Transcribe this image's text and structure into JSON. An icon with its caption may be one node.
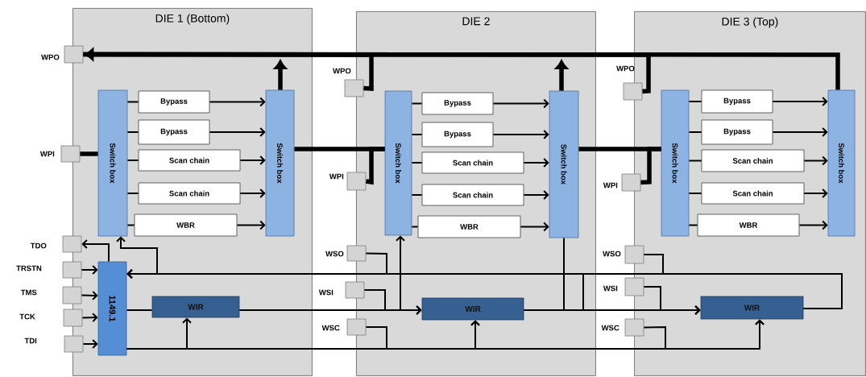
{
  "diagram": {
    "nodes": [
      {
        "text": [
          "DIE 1 (Bottom)"
        ]
      },
      {
        "text": [],
        "shape": "box",
        "beside": [
          "WPO"
        ]
      },
      {
        "text": [],
        "shape": "box",
        "beside": [
          "WPI"
        ]
      },
      {
        "text": [],
        "shape": "box",
        "beside": [
          "TDO"
        ]
      },
      {
        "text": [],
        "shape": "box",
        "beside": [
          "TRSTN"
        ]
      },
      {
        "text": [],
        "shape": "box",
        "beside": [
          "TMS"
        ]
      },
      {
        "text": [],
        "shape": "box",
        "beside": [
          "TCK"
        ]
      },
      {
        "text": [],
        "shape": "box",
        "beside": [
          "TDI"
        ]
      },
      {
        "text": [
          "Switch box"
        ],
        "in": 0
      },
      {
        "text": [
          "Bypass"
        ],
        "in": 0
      },
      {
        "text": [
          "Bypass"
        ],
        "in": 0
      },
      {
        "text": [
          "Scan chain"
        ],
        "in": 0
      },
      {
        "text": [
          "Scan chain"
        ],
        "in": 0
      },
      {
        "text": [
          "WBR"
        ],
        "in": 0
      },
      {
        "text": [
          "Switch box"
        ],
        "in": 0
      },
      {
        "text": [
          "1149.1"
        ],
        "in": 0
      },
      {
        "text": [
          "WIR"
        ],
        "in": 0
      },
      {
        "text": [
          "DIE 2"
        ]
      },
      {
        "text": [],
        "shape": "box",
        "beside": [
          "WPO"
        ]
      },
      {
        "text": [],
        "shape": "box",
        "beside": [
          "WPI"
        ]
      },
      {
        "text": [],
        "shape": "box",
        "beside": [
          "WSO"
        ]
      },
      {
        "text": [],
        "shape": "box",
        "beside": [
          "WSI"
        ]
      },
      {
        "text": [],
        "shape": "box",
        "beside": [
          "WSC"
        ]
      },
      {
        "text": [
          "Switch box"
        ],
        "in": 17
      },
      {
        "text": [
          "Bypass"
        ],
        "in": 17
      },
      {
        "text": [
          "Bypass"
        ],
        "in": 17
      },
      {
        "text": [
          "Scan chain"
        ],
        "in": 17
      },
      {
        "text": [
          "Scan chain"
        ],
        "in": 17
      },
      {
        "text": [
          "WBR"
        ],
        "in": 17
      },
      {
        "text": [
          "Switch box"
        ],
        "in": 17
      },
      {
        "text": [
          "WIR"
        ],
        "in": 17
      },
      {
        "text": [
          "DIE 3 (Top)"
        ]
      },
      {
        "text": [],
        "shape": "box",
        "beside": [
          "WPO"
        ]
      },
      {
        "text": [],
        "shape": "box",
        "beside": [
          "WPI"
        ]
      },
      {
        "text": [],
        "shape": "box",
        "beside": [
          "WSO"
        ]
      },
      {
        "text": [],
        "shape": "box",
        "beside": [
          "WSI"
        ]
      },
      {
        "text": [],
        "shape": "box",
        "beside": [
          "WSC"
        ]
      },
      {
        "text": [
          "Switch box"
        ],
        "in": 31
      },
      {
        "text": [
          "Bypass"
        ],
        "in": 31
      },
      {
        "text": [
          "Bypass"
        ],
        "in": 31
      },
      {
        "text": [
          "Scan chain"
        ],
        "in": 31
      },
      {
        "text": [
          "Scan chain"
        ],
        "in": 31
      },
      {
        "text": [
          "WBR"
        ],
        "in": 31
      },
      {
        "text": [
          "Switch box"
        ],
        "in": 31
      },
      {
        "text": [
          "WIR"
        ],
        "in": 31
      }
    ],
    "edges": [
      {
        "from": 2,
        "to": 8,
        "arrow": "none",
        "style": "thick"
      },
      {
        "from": 8,
        "to": 9,
        "arrow": "none"
      },
      {
        "from": 8,
        "to": 10,
        "arrow": "none"
      },
      {
        "from": 8,
        "to": 11,
        "arrow": "none"
      },
      {
        "from": 8,
        "to": 12,
        "arrow": "none"
      },
      {
        "from": 8,
        "to": 13,
        "arrow": "none"
      },
      {
        "from": 9,
        "to": 14,
        "arrow": "to"
      },
      {
        "from": 10,
        "to": 14,
        "arrow": "to"
      },
      {
        "from": 11,
        "to": 14,
        "arrow": "to"
      },
      {
        "from": 12,
        "to": 14,
        "arrow": "to"
      },
      {
        "from": 13,
        "to": 14,
        "arrow": "to"
      },
      {
        "from": 23,
        "to": 24,
        "arrow": "none"
      },
      {
        "from": 23,
        "to": 25,
        "arrow": "none"
      },
      {
        "from": 23,
        "to": 26,
        "arrow": "none"
      },
      {
        "from": 23,
        "to": 27,
        "arrow": "none"
      },
      {
        "from": 23,
        "to": 28,
        "arrow": "none"
      },
      {
        "from": 24,
        "to": 29,
        "arrow": "to"
      },
      {
        "from": 25,
        "to": 29,
        "arrow": "to"
      },
      {
        "from": 26,
        "to": 29,
        "arrow": "to"
      },
      {
        "from": 27,
        "to": 29,
        "arrow": "to"
      },
      {
        "from": 28,
        "to": 29,
        "arrow": "to"
      },
      {
        "from": 37,
        "to": 38,
        "arrow": "none"
      },
      {
        "from": 37,
        "to": 39,
        "arrow": "none"
      },
      {
        "from": 37,
        "to": 40,
        "arrow": "none"
      },
      {
        "from": 37,
        "to": 41,
        "arrow": "none"
      },
      {
        "from": 37,
        "to": 42,
        "arrow": "none"
      },
      {
        "from": 38,
        "to": 43,
        "arrow": "to"
      },
      {
        "from": 39,
        "to": 43,
        "arrow": "to"
      },
      {
        "from": 40,
        "to": 43,
        "arrow": "to"
      },
      {
        "from": 41,
        "to": 43,
        "arrow": "to"
      },
      {
        "from": 42,
        "to": 43,
        "arrow": "to"
      },
      {
        "from": 43,
        "to": 1,
        "arrow": "to",
        "style": "thick"
      },
      {
        "from": 29,
        "to": null,
        "arrow": "to",
        "style": "thick"
      },
      {
        "from": 14,
        "to": null,
        "arrow": "to",
        "style": "thick"
      },
      {
        "from": 18,
        "to": 1,
        "arrow": "none",
        "style": "thick"
      },
      {
        "from": 32,
        "to": 1,
        "arrow": "none",
        "style": "thick"
      },
      {
        "from": 14,
        "to": 23,
        "arrow": "none",
        "style": "thick"
      },
      {
        "from": 19,
        "to": 23,
        "arrow": "none",
        "style": "thick"
      },
      {
        "from": 29,
        "to": 37,
        "arrow": "none",
        "style": "thick"
      },
      {
        "from": 33,
        "to": 37,
        "arrow": "none",
        "style": "thick"
      },
      {
        "from": 4,
        "to": 15,
        "arrow": "to"
      },
      {
        "from": 5,
        "to": 15,
        "arrow": "to"
      },
      {
        "from": 6,
        "to": 15,
        "arrow": "to"
      },
      {
        "from": 7,
        "to": 15,
        "arrow": "to"
      },
      {
        "from": 15,
        "to": 3,
        "arrow": "to"
      },
      {
        "from": 15,
        "to": 16,
        "arrow": "none"
      },
      {
        "from": 15,
        "to": 16,
        "arrow": "to"
      },
      {
        "from": 16,
        "to": 30,
        "arrow": "to"
      },
      {
        "from": 16,
        "to": 23,
        "arrow": "to"
      },
      {
        "from": 21,
        "to": 30,
        "arrow": "to"
      },
      {
        "from": 15,
        "to": 30,
        "arrow": "to"
      },
      {
        "from": 22,
        "to": 30,
        "arrow": "to"
      },
      {
        "from": 15,
        "to": 44,
        "arrow": "to"
      },
      {
        "from": 36,
        "to": 44,
        "arrow": "to"
      },
      {
        "from": 29,
        "to": 44,
        "arrow": "to"
      },
      {
        "from": 30,
        "to": 44,
        "arrow": "to"
      },
      {
        "from": 35,
        "to": 44,
        "arrow": "to"
      },
      {
        "from": 44,
        "to": 15,
        "arrow": "to"
      },
      {
        "from": 44,
        "to": 8,
        "arrow": "to"
      },
      {
        "from": 30,
        "to": 15,
        "arrow": "to"
      },
      {
        "from": 20,
        "to": 15,
        "arrow": "to"
      },
      {
        "from": 34,
        "to": 15,
        "arrow": "to"
      }
    ]
  }
}
